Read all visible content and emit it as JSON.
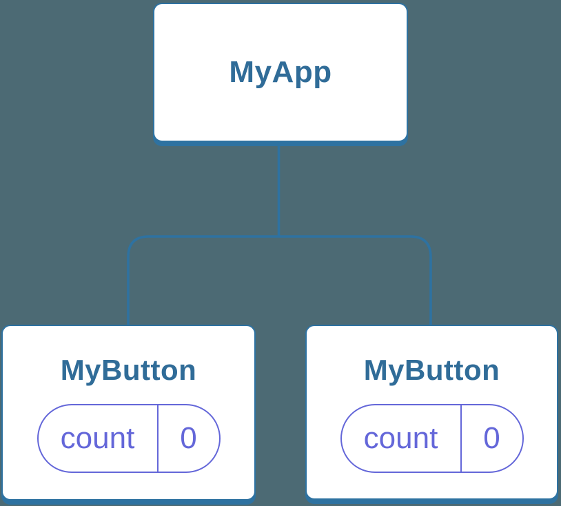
{
  "tree": {
    "root": {
      "label": "MyApp"
    },
    "children": [
      {
        "label": "MyButton",
        "state": {
          "name": "count",
          "value": "0"
        }
      },
      {
        "label": "MyButton",
        "state": {
          "name": "count",
          "value": "0"
        }
      }
    ]
  },
  "colors": {
    "background": "#4C6A74",
    "edge-blue": "#2E72A1",
    "node-title": "#306C98",
    "state-violet": "#6467D9",
    "node-bg": "#FFFFFF"
  }
}
